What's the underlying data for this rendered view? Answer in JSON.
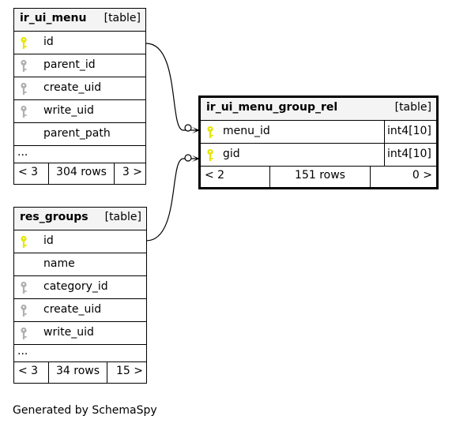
{
  "tables": {
    "ir_ui_menu": {
      "name": "ir_ui_menu",
      "label": "[table]",
      "columns": [
        {
          "name": "id",
          "key": "primary"
        },
        {
          "name": "parent_id",
          "key": "foreign"
        },
        {
          "name": "create_uid",
          "key": "foreign"
        },
        {
          "name": "write_uid",
          "key": "foreign"
        },
        {
          "name": "parent_path",
          "key": "none"
        }
      ],
      "more": "...",
      "footer": {
        "parents": "< 3",
        "rows": "304 rows",
        "children": "3 >"
      }
    },
    "res_groups": {
      "name": "res_groups",
      "label": "[table]",
      "columns": [
        {
          "name": "id",
          "key": "primary"
        },
        {
          "name": "name",
          "key": "none"
        },
        {
          "name": "category_id",
          "key": "foreign"
        },
        {
          "name": "create_uid",
          "key": "foreign"
        },
        {
          "name": "write_uid",
          "key": "foreign"
        }
      ],
      "more": "...",
      "footer": {
        "parents": "< 3",
        "rows": "34 rows",
        "children": "15 >"
      }
    },
    "ir_ui_menu_group_rel": {
      "name": "ir_ui_menu_group_rel",
      "label": "[table]",
      "columns": [
        {
          "name": "menu_id",
          "key": "primary",
          "type": "int4[10]"
        },
        {
          "name": "gid",
          "key": "primary",
          "type": "int4[10]"
        }
      ],
      "footer": {
        "parents": "< 2",
        "rows": "151 rows",
        "children": "0 >"
      }
    }
  },
  "relationships": [
    {
      "from": "ir_ui_menu_group_rel.menu_id",
      "to": "ir_ui_menu.id"
    },
    {
      "from": "ir_ui_menu_group_rel.gid",
      "to": "res_groups.id"
    }
  ],
  "colors": {
    "primary_key": "#e6e600",
    "foreign_key": "#b0b0b0",
    "header_bg": "#f4f4f4"
  },
  "icons": {
    "primary_key": "key-icon",
    "foreign_key": "key-icon"
  },
  "generated_by": "Generated by SchemaSpy"
}
